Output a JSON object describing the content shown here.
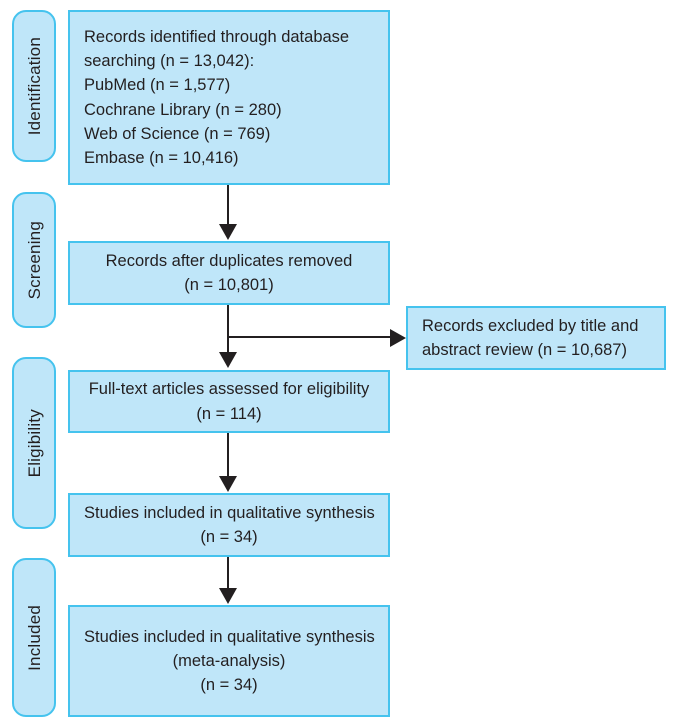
{
  "diagram": {
    "type": "prisma-flow-diagram",
    "colors": {
      "box_fill": "#bfe6f9",
      "box_border": "#45c3ee",
      "text": "#231f20",
      "arrow": "#231f20",
      "background": "#ffffff"
    }
  },
  "stages": [
    {
      "id": "identification",
      "label": "Identification"
    },
    {
      "id": "screening",
      "label": "Screening"
    },
    {
      "id": "eligibility",
      "label": "Eligibility"
    },
    {
      "id": "included",
      "label": "Included"
    }
  ],
  "boxes": {
    "identified": {
      "lines": [
        "Records identified through database",
        "searching (n = 13,042):",
        "PubMed (n = 1,577)",
        "Cochrane Library (n = 280)",
        "Web of Science (n = 769)",
        "Embase (n = 10,416)"
      ]
    },
    "after_duplicates": {
      "lines": [
        "Records after duplicates removed",
        "(n = 10,801)"
      ]
    },
    "excluded": {
      "lines": [
        "Records excluded by title and",
        "abstract review (n = 10,687)"
      ]
    },
    "full_text": {
      "lines": [
        "Full-text articles assessed for eligibility",
        "(n = 114)"
      ]
    },
    "qualitative": {
      "lines": [
        "Studies included in qualitative synthesis",
        "(n = 34)"
      ]
    },
    "meta_analysis": {
      "lines": [
        "Studies included in qualitative synthesis",
        "(meta-analysis)",
        "(n = 34)"
      ]
    }
  },
  "counts": {
    "total_identified": 13042,
    "pubmed": 1577,
    "cochrane_library": 280,
    "web_of_science": 769,
    "embase": 10416,
    "after_duplicates": 10801,
    "excluded_title_abstract": 10687,
    "full_text_assessed": 114,
    "qualitative_synthesis": 34,
    "meta_analysis": 34
  }
}
